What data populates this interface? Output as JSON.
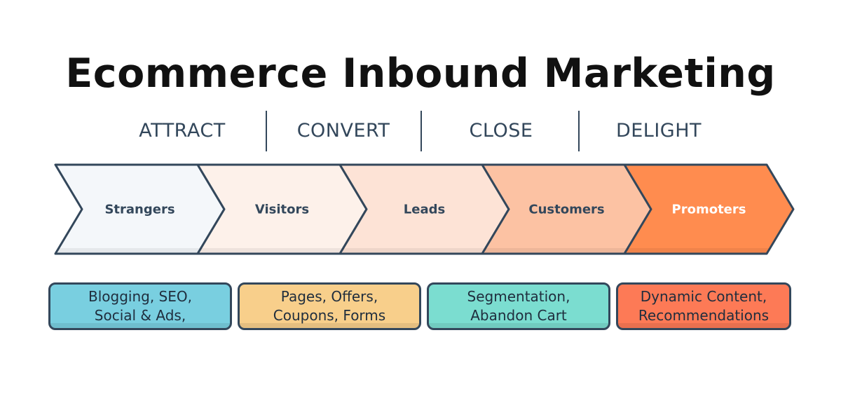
{
  "title": "Ecommerce Inbound Marketing",
  "stages": [
    {
      "label": "ATTRACT"
    },
    {
      "label": "CONVERT"
    },
    {
      "label": "CLOSE"
    },
    {
      "label": "DELIGHT"
    }
  ],
  "funnel": [
    {
      "label": "Strangers",
      "fill": "#f4f7fa",
      "text_color": "#33475b"
    },
    {
      "label": "Visitors",
      "fill": "#fdf1ea",
      "text_color": "#33475b"
    },
    {
      "label": "Leads",
      "fill": "#fde3d6",
      "text_color": "#33475b"
    },
    {
      "label": "Customers",
      "fill": "#fcc2a3",
      "text_color": "#33475b"
    },
    {
      "label": "Promoters",
      "fill": "#ff8c4f",
      "text_color": "#ffffff"
    }
  ],
  "tactics": [
    {
      "line1": "Blogging, SEO,",
      "line2": "Social & Ads,",
      "fill": "#79cfe0"
    },
    {
      "line1": "Pages, Offers,",
      "line2": "Coupons, Forms",
      "fill": "#f8cf8b"
    },
    {
      "line1": "Segmentation,",
      "line2": "Abandon Cart",
      "fill": "#7bddd0"
    },
    {
      "line1": "Dynamic Content,",
      "line2": "Recommendations",
      "fill": "#fd7a56"
    }
  ],
  "outline_color": "#33475b"
}
